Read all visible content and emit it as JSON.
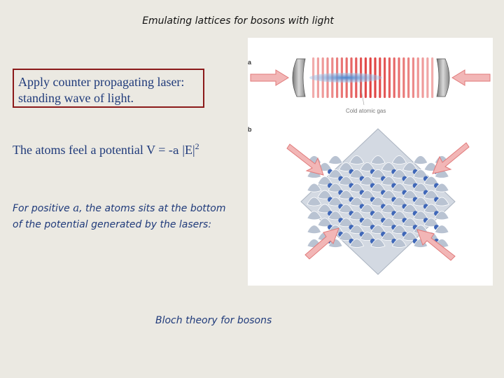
{
  "title": "Emulating lattices for bosons with light",
  "box_text_line1": "Apply counter propagating laser:",
  "box_text_line2": "standing wave of light.",
  "potential": {
    "prefix": "The atoms feel a potential  V = -",
    "symbol": "a",
    "suffix": " |E|",
    "exponent": "2"
  },
  "positive": {
    "prefix": "For positive ",
    "symbol": "a",
    "rest_line1": ", the atoms sits at the bottom",
    "line2": "of the potential generated by the lasers:"
  },
  "bloch": "Bloch theory for   bosons",
  "figure": {
    "label_a": "a",
    "label_b": "b",
    "gas_label": "Cold atomic gas",
    "colors": {
      "fringe": "#e0403f",
      "arrow": "#e87474",
      "gas": "#6aa0d8",
      "lattice": "#b9c3d2",
      "atom": "#3f67b8"
    }
  }
}
